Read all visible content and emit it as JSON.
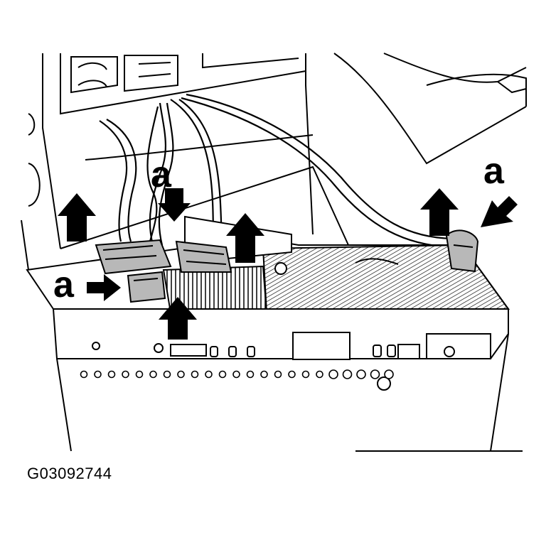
{
  "figure": {
    "id_code": "G03092744",
    "callouts": [
      "a",
      "a",
      "a"
    ]
  },
  "colors": {
    "line": "#000000",
    "background": "#ffffff",
    "shade": "#b8b8b8"
  },
  "icons": [
    "arrow-up-icon",
    "arrow-down-icon",
    "arrow-right-icon",
    "arrow-diagonal-icon"
  ]
}
